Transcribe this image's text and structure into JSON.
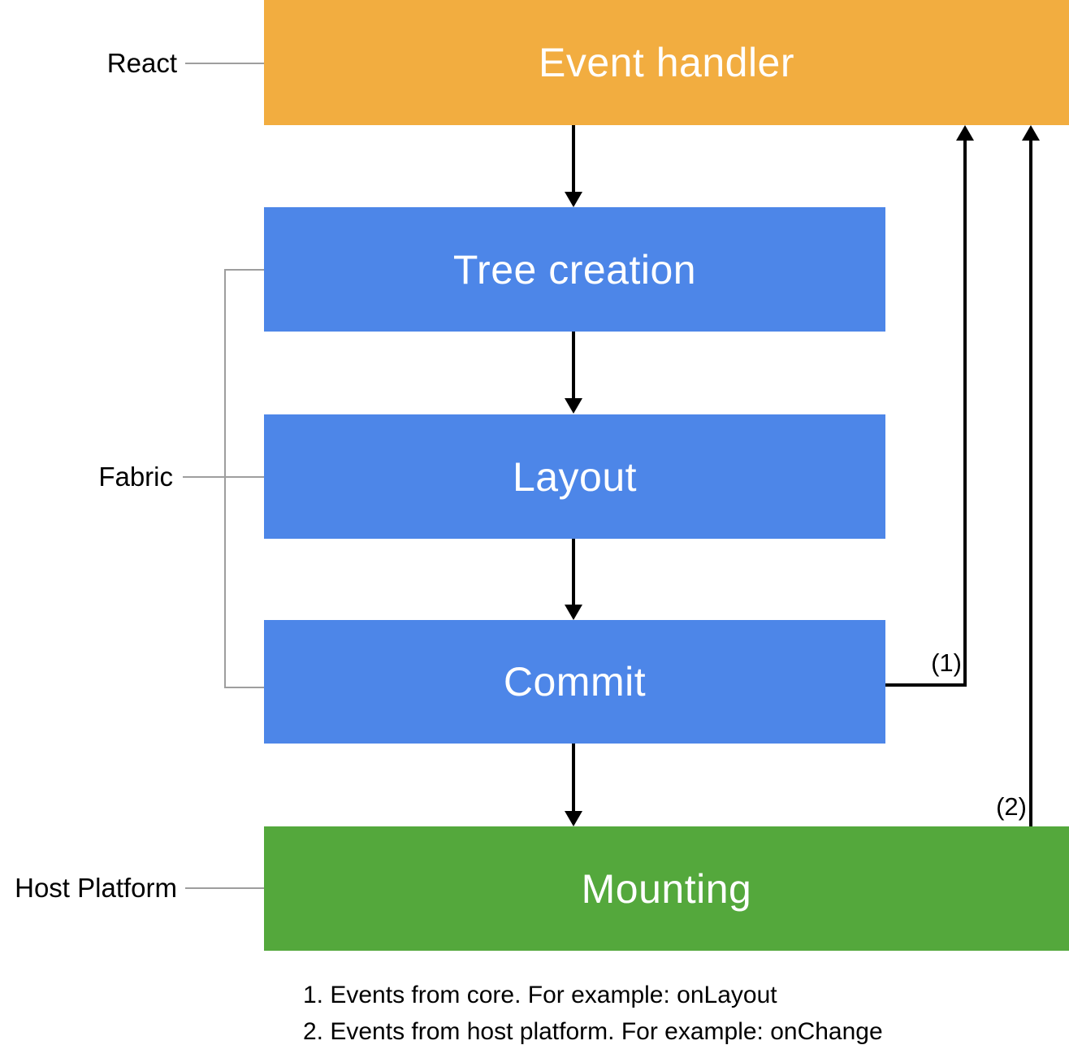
{
  "diagram": {
    "nodes": [
      {
        "id": "event-handler",
        "label": "Event handler",
        "color": "#F2AD40",
        "group": "React"
      },
      {
        "id": "tree-creation",
        "label": "Tree creation",
        "color": "#4D86E8",
        "group": "Fabric"
      },
      {
        "id": "layout",
        "label": "Layout",
        "color": "#4D86E8",
        "group": "Fabric"
      },
      {
        "id": "commit",
        "label": "Commit",
        "color": "#4D86E8",
        "group": "Fabric"
      },
      {
        "id": "mounting",
        "label": "Mounting",
        "color": "#54A83C",
        "group": "Host Platform"
      }
    ],
    "groups": {
      "react": {
        "label": "React"
      },
      "fabric": {
        "label": "Fabric"
      },
      "host": {
        "label": "Host Platform"
      }
    },
    "feedback_edges": [
      {
        "label": "(1)"
      },
      {
        "label": "(2)"
      }
    ],
    "notes": [
      "1. Events from core. For example: onLayout",
      "2. Events from host platform. For example: onChange"
    ],
    "colors": {
      "react_node": "#F2AD40",
      "fabric_node": "#4D86E8",
      "host_node": "#54A83C",
      "node_text": "#FFFFFF",
      "arrow": "#000000",
      "connector_line": "#9E9E9E",
      "note_text": "#000000"
    }
  }
}
